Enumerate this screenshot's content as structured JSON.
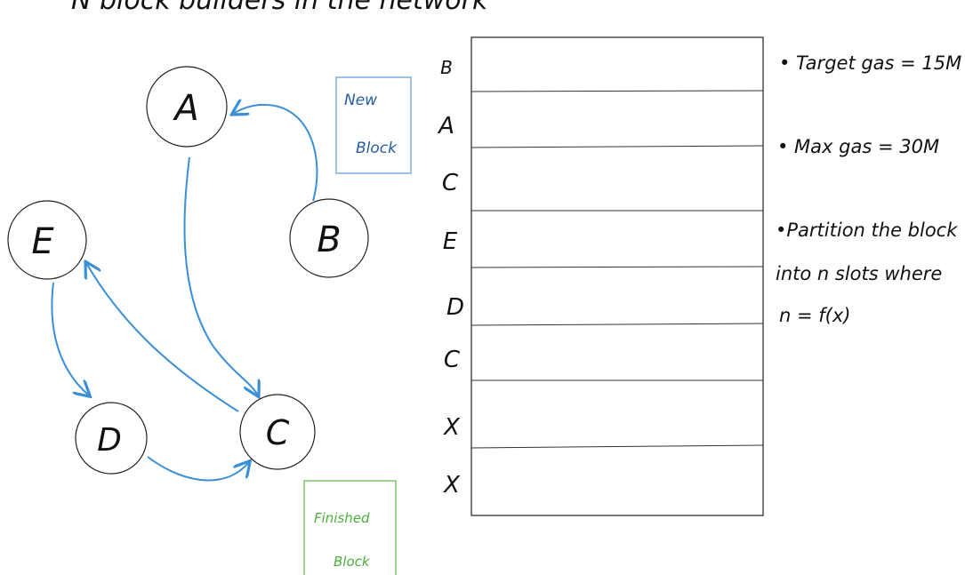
{
  "heading": "N block builders in the network",
  "nodes": {
    "a": "A",
    "b": "B",
    "c": "C",
    "d": "D",
    "e": "E"
  },
  "new_block_label": [
    "New",
    "Block"
  ],
  "finished_block_label": [
    "Finished",
    "Block"
  ],
  "slots": [
    "B",
    "A",
    "C",
    "E",
    "D",
    "C",
    "X",
    "X"
  ],
  "notes": {
    "target_gas": "• Target gas = 15M",
    "max_gas": "• Max gas = 30M",
    "partition_1": "•Partition the block",
    "partition_2": "into n slots where",
    "partition_3": "n = f(x)"
  },
  "colors": {
    "arrow": "#3a8fd6",
    "new_block": "#3a78b8",
    "finished_block": "#4caf3c",
    "ink": "#111111"
  }
}
